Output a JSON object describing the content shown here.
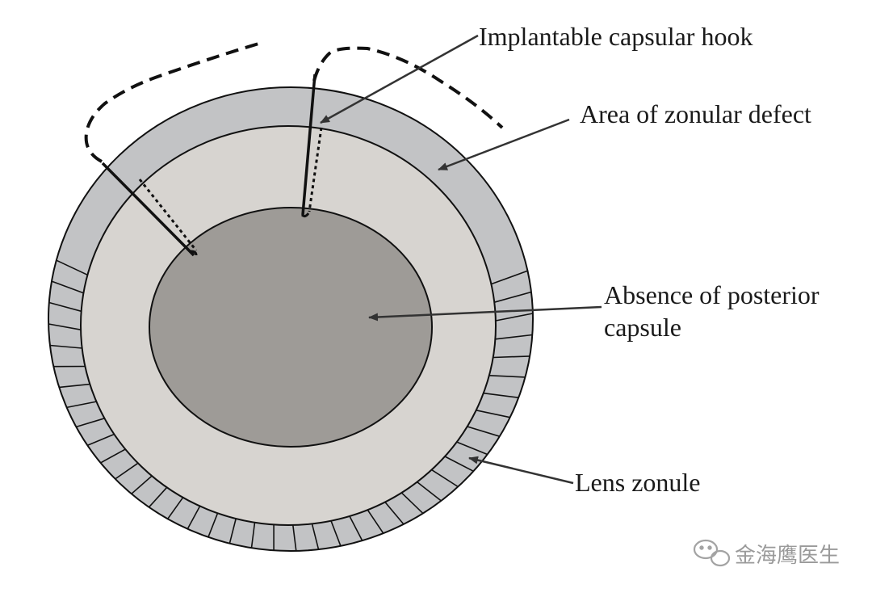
{
  "labels": {
    "hook": "Implantable capsular hook",
    "zonular_defect": "Area of zonular defect",
    "posterior_line1": "Absence of posterior",
    "posterior_line2": "capsule",
    "lens_zonule": "Lens zonule"
  },
  "watermark": {
    "icon": "wechat-icon",
    "text": "金海鹰医生"
  },
  "colors": {
    "outer_ring": "#c2c3c5",
    "capsule_ring": "#d7d4d0",
    "center": "#9e9b97",
    "stroke": "#111111"
  }
}
